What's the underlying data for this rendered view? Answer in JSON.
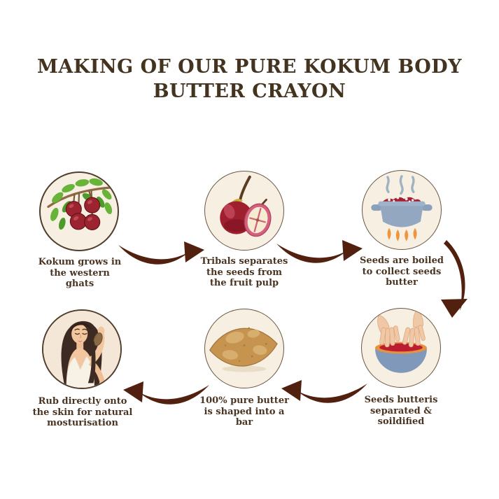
{
  "title": "MAKING OF OUR PURE KOKUM BODY\nBUTTER CRAYON",
  "steps": [
    {
      "caption": "Kokum grows in\nthe western\nghats",
      "icon": "kokum-branch-icon"
    },
    {
      "caption": "Tribals separates\nthe seeds from\nthe fruit pulp",
      "icon": "kokum-fruit-cut-icon"
    },
    {
      "caption": "Seeds are boiled\nto collect seeds\nbutter",
      "icon": "boiling-pot-icon"
    },
    {
      "caption": "Seeds butteris\nseparated &\nsoildified",
      "icon": "hands-kneading-bowl-icon"
    },
    {
      "caption": "100% pure butter\nis shaped into a\nbar",
      "icon": "butter-bar-icon"
    },
    {
      "caption": "Rub directly onto\nthe skin for natural\nmosturisation",
      "icon": "woman-applying-butter-icon"
    }
  ],
  "colors": {
    "background": "#ffffff",
    "title_text": "#43331f",
    "caption_text": "#4a3422",
    "arrow": "#52200e",
    "circle_fill": "#f6efe2",
    "circle_border": "#4f3e2b",
    "fruit_red": "#9c2330",
    "leaf_green": "#67b438",
    "pot_blue": "#93a7c0",
    "flame_orange": "#ef9540",
    "bowl_rim_orange": "#e8923f",
    "butter_tan": "#c6944f"
  }
}
